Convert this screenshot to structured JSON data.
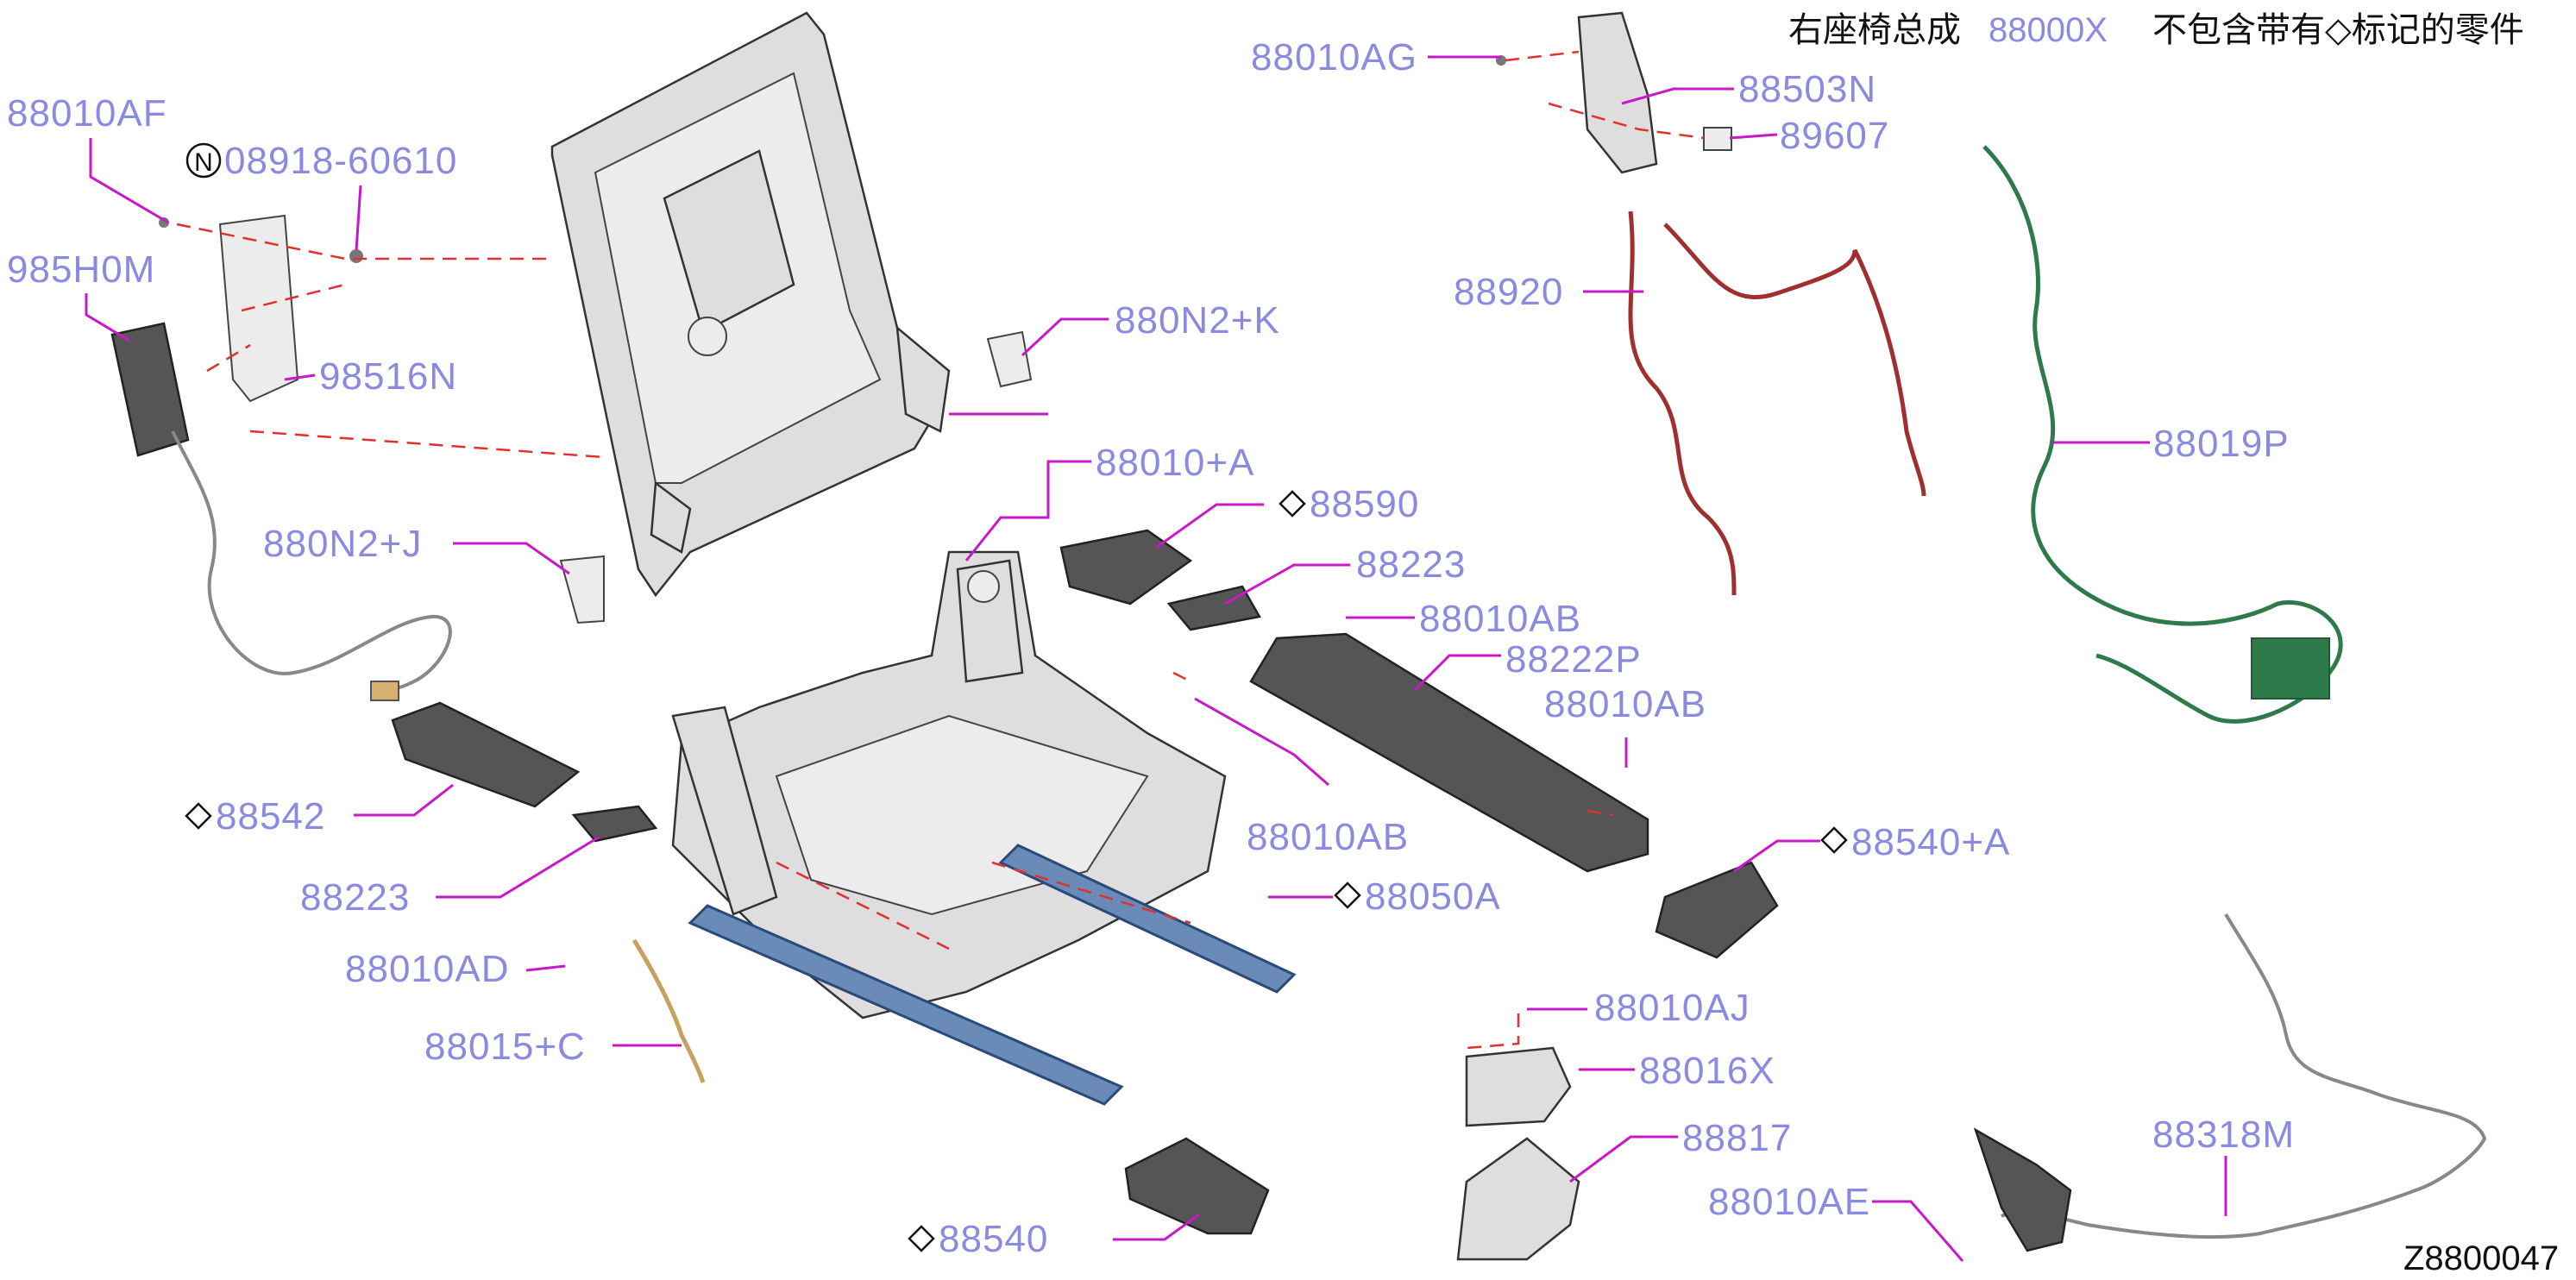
{
  "title": {
    "prefix": "右座椅总成",
    "part": "88000X",
    "suffix": "不包含带有◇标记的零件"
  },
  "diagram_code": "Z8800047",
  "labels": {
    "l_88010AF": "88010AF",
    "l_08918": "08918-60610",
    "l_985H0M": "985H0M",
    "l_98516N": "98516N",
    "l_880N2J": "880N2+J",
    "l_88542": "88542",
    "l_88223a": "88223",
    "l_88010AD": "88010AD",
    "l_88015C": "88015+C",
    "l_88540": "88540",
    "l_880N2K": "880N2+K",
    "l_88010A": "88010+A",
    "l_88590": "88590",
    "l_88223b": "88223",
    "l_88010ABa": "88010AB",
    "l_88222P": "88222P",
    "l_88010ABb": "88010AB",
    "l_88010ABc": "88010AB",
    "l_88050A": "88050A",
    "l_88540A": "88540+A",
    "l_88010AJ": "88010AJ",
    "l_88016X": "88016X",
    "l_88817": "88817",
    "l_88010AE": "88010AE",
    "l_88010AG": "88010AG",
    "l_88503N": "88503N",
    "l_89607": "89607",
    "l_88920": "88920",
    "l_88019P": "88019P",
    "l_88318M": "88318M"
  },
  "colors": {
    "label": "#8a8ae0",
    "leader": "#c818c8",
    "dashed_guide": "#e03030"
  }
}
